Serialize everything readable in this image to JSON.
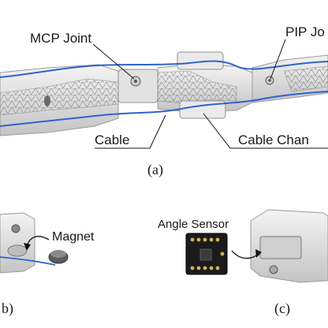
{
  "labels": {
    "mcp_joint": "MCP Joint",
    "pip_joint": "PIP Jo",
    "cable": "Cable",
    "cable_channel": "Cable Chan",
    "magnet": "Magnet",
    "angle_sensor": "Angle Sensor"
  },
  "captions": {
    "a": "(a)",
    "b": "b)",
    "c": "(c)"
  },
  "colors": {
    "cable": "#2f63c9",
    "part_fill": "#e6e6e6",
    "part_stroke": "#9a9a9a",
    "sensor_board": "#1b1b1b",
    "sensor_pads": "#d4b05a",
    "magnet": "#5c5c5c"
  }
}
